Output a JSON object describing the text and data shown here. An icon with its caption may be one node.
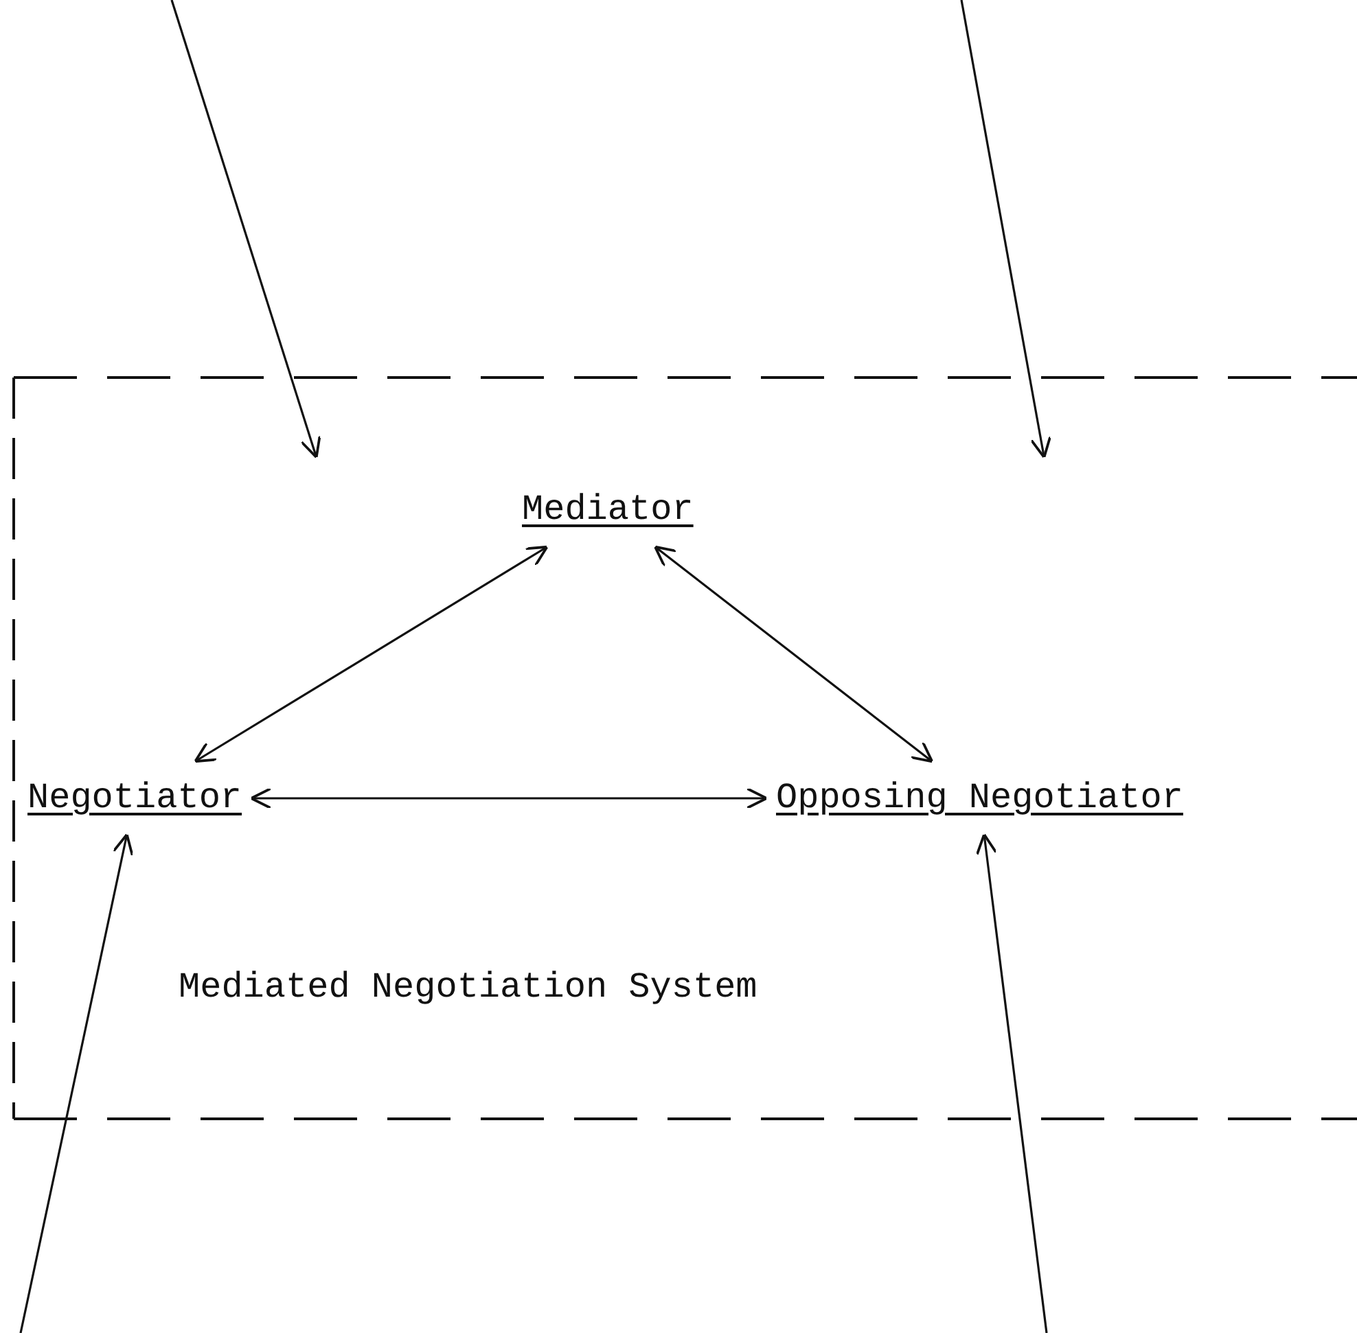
{
  "diagram": {
    "nodes": [
      {
        "text": [
          "Mediated Negotiation System"
        ]
      },
      {
        "text": [
          "Mediator"
        ],
        "in": 0
      },
      {
        "text": [
          "Negotiator"
        ],
        "in": 0
      },
      {
        "text": [
          "Opposing Negotiator"
        ],
        "in": 0
      }
    ],
    "edges": [
      {
        "from": 1,
        "to": 2,
        "arrow": "both"
      },
      {
        "from": 1,
        "to": 3,
        "arrow": "both"
      },
      {
        "from": 2,
        "to": 3,
        "arrow": "both"
      },
      {
        "from": null,
        "to": 0,
        "arrow": "to"
      },
      {
        "from": null,
        "to": 0,
        "arrow": "to"
      },
      {
        "from": null,
        "to": 2,
        "arrow": "to"
      },
      {
        "from": null,
        "to": 3,
        "arrow": "to"
      }
    ]
  }
}
